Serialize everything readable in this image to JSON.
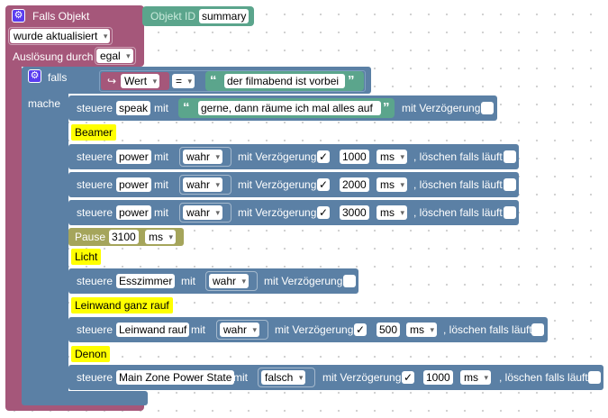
{
  "trigger": {
    "title": "Falls Objekt",
    "object_id_label": "Objekt ID",
    "object_id_value": "summary",
    "update_mode": "wurde aktualisiert",
    "triggered_by_label": "Auslösung durch",
    "triggered_by_value": "egal"
  },
  "if_block": {
    "falls_label": "falls",
    "mache_label": "mache",
    "value_label": "Wert",
    "operator": "=",
    "compare_text": "der filmabend ist vorbei"
  },
  "common": {
    "steuere": "steuere",
    "mit": "mit",
    "mit_verzoegerung": "mit Verzögerung",
    "loeschen": ", löschen falls läuft",
    "check": "✓",
    "unit_ms": "ms"
  },
  "speak": {
    "device": "speak",
    "text": "gerne, dann räume ich mal alles auf"
  },
  "beamer": {
    "comment": "Beamer",
    "rows": [
      {
        "device": "power",
        "value": "wahr",
        "delay": "1000",
        "unit": "ms"
      },
      {
        "device": "power",
        "value": "wahr",
        "delay": "2000",
        "unit": "ms"
      },
      {
        "device": "power",
        "value": "wahr",
        "delay": "3000",
        "unit": "ms"
      }
    ]
  },
  "pause": {
    "label": "Pause",
    "value": "3100",
    "unit": "ms"
  },
  "licht": {
    "comment": "Licht",
    "device": "Esszimmer",
    "value": "wahr"
  },
  "leinwand": {
    "comment": "Leinwand ganz rauf",
    "device": "Leinwand rauf",
    "value": "wahr",
    "delay": "500",
    "unit": "ms"
  },
  "denon": {
    "comment": "Denon",
    "device": "Main Zone Power State",
    "value": "falsch",
    "delay": "1000",
    "unit": "ms"
  },
  "colors": {
    "trigger_block": "#a5577a",
    "logic_block": "#5b80a5",
    "text_block": "#5ba58c",
    "timing_block": "#a5a55b",
    "comment_highlight": "#ffff00",
    "gear_icon": "#5a3df0"
  }
}
